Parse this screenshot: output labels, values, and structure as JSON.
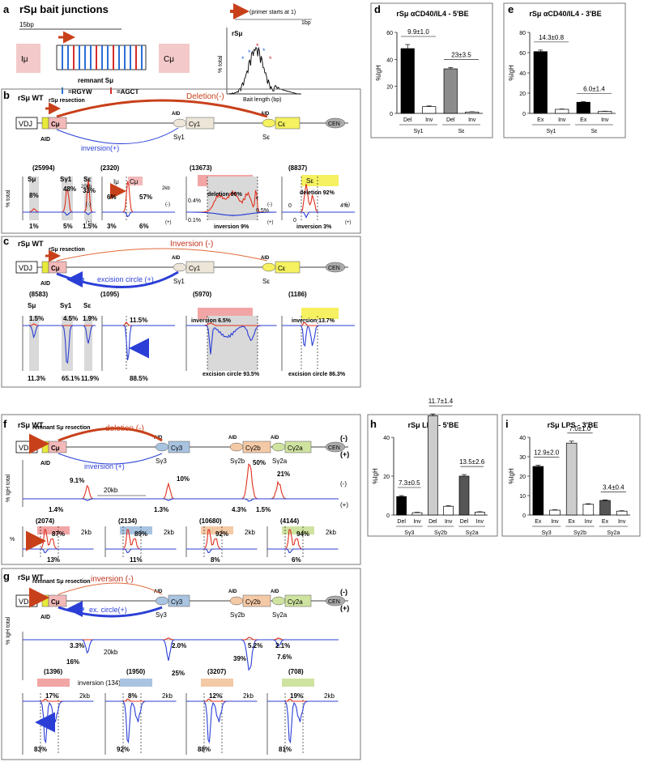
{
  "panel_labels": {
    "a": "a",
    "b": "b",
    "c": "c",
    "d": "d",
    "e": "e",
    "f": "f",
    "g": "g",
    "h": "h",
    "i": "i"
  },
  "panel_a": {
    "title": "rSμ bait junctions",
    "scale_15bp": "15bp",
    "i_mu": "Iμ",
    "c_mu": "Cμ",
    "remnant": "remnant Sμ",
    "legend_rgyw": "=RGYW",
    "legend_agct": "=AGCT",
    "primer_note": "(primer starts at 1)",
    "scale_1bp": "1bp",
    "plot_title": "rSμ",
    "ylabel": "% total",
    "xlabel": "Bait length (bp)"
  },
  "panel_b": {
    "title": "rSμ WT",
    "resection": "rSμ resection",
    "deletion": "Deletion(-)",
    "inversion": "inversion(+)",
    "vdj": "VDJ",
    "cmu": "Cμ",
    "cg1": "Cγ1",
    "ce": "Cε",
    "cen": "CEN",
    "aid": "AID",
    "sg1": "Sγ1",
    "se": "Sε",
    "counts": [
      "(25994)",
      "(2320)",
      "(13673)",
      "(8837)"
    ],
    "ov_labels": [
      "Sμ",
      "Sγ1",
      "Sε"
    ],
    "ov_top": [
      "8%",
      "48%",
      "33%"
    ],
    "ov_bottom": [
      "1%",
      "5%",
      "1.5%"
    ],
    "ov_scale": "20kb",
    "ylabel": "% total",
    "z2_top_left": "6%",
    "z2_top_right": "57%",
    "z2_bot_left": "3%",
    "z2_bot_right": "6%",
    "z3_del": "deletion 90%",
    "z3_inv": "inversion 9%",
    "z3_a": "0.4%",
    "z3_b": "0.5%",
    "z3_c": "0.1%",
    "z3_d": "0",
    "z4_del": "deletion 92%",
    "z4_inv": "inversion 3%",
    "z4_a": "0",
    "z4_b": "4%",
    "z4_c": "0",
    "z4_d": "0",
    "kb2": "2kb",
    "minus": "(-)",
    "plus": "(+)",
    "star": "*"
  },
  "panel_c": {
    "title": "rSμ WT",
    "resection": "rSμ resection",
    "inversion": "Inversion (-)",
    "excision": "excision circle (+)",
    "counts": [
      "(8583)",
      "(1095)",
      "(5970)",
      "(1186)"
    ],
    "ov_top": [
      "1.5%",
      "4.5%",
      "1.9%"
    ],
    "ov_bottom": [
      "11.3%",
      "65.1%",
      "11.9%"
    ],
    "z2_top": "11.5%",
    "z2_bot": "88.5%",
    "z3_inv": "inversion 6.5%",
    "z3_exc": "excision circle 93.5%",
    "z4_inv": "inversion 13.7%",
    "z4_exc": "excision circle 86.3%"
  },
  "panel_f": {
    "title": "rSμ WT",
    "remnant": "remnant Sμ resection",
    "deletion": "deletion (-)",
    "inversion": "inversion (+)",
    "cg3": "Cγ3",
    "cg2b": "Cγ2b",
    "cg2a": "Cγ2a",
    "sg3": "Sγ3",
    "sg2b": "Sγ2b",
    "sg2a": "Sγ2a",
    "ylabel": "% IgH total",
    "ov_top": [
      "9.1%",
      "10%",
      "50%",
      "21%"
    ],
    "ov_bottom": [
      "1.4%",
      "1.3%",
      "4.3%",
      "1.5%"
    ],
    "scale": "20kb",
    "counts": [
      "(2074)",
      "(2134)",
      "(10680)",
      "(4144)"
    ],
    "z_top": [
      "87%",
      "89%",
      "92%",
      "94%"
    ],
    "z_bot": [
      "13%",
      "11%",
      "8%",
      "6%"
    ],
    "zylabel": "%"
  },
  "panel_g": {
    "title": "rSμ WT",
    "inversion": "inversion (-)",
    "excircle": "ex. circle(+)",
    "ov_top": [
      "3.3%",
      "2.0%",
      "5.2%",
      "2.1%"
    ],
    "ov_bottom": [
      "16%",
      "25%",
      "39%",
      "7.6%"
    ],
    "inv134": "inversion (134)",
    "counts": [
      "(1396)",
      "(1950)",
      "(3207)",
      "(708)"
    ],
    "z_top": [
      "17%",
      "8%",
      "12%",
      "19%"
    ],
    "z_bot": [
      "83%",
      "92%",
      "88%",
      "81%"
    ]
  },
  "chart_data": [
    {
      "type": "bar",
      "title": "rSμ αCD40/IL4 - 5'BE",
      "ylabel": "%IgH",
      "ylim": [
        0,
        60
      ],
      "yticks": [
        0,
        20,
        40,
        60
      ],
      "categories": [
        "Del",
        "Inv",
        "Del",
        "Inv"
      ],
      "groups": [
        "Sγ1",
        "Sε"
      ],
      "values": [
        48,
        5,
        33,
        1
      ],
      "errors": [
        3,
        0.5,
        1,
        0.2
      ],
      "colors": [
        "#000000",
        "#ffffff",
        "#8c8c8c",
        "#ffffff"
      ],
      "annotations": [
        "9.9±1.0",
        "23±3.5"
      ]
    },
    {
      "type": "bar",
      "title": "rSμ αCD40/IL4 - 3'BE",
      "ylabel": "%IgH",
      "ylim": [
        0,
        80
      ],
      "yticks": [
        0,
        20,
        40,
        60,
        80
      ],
      "categories": [
        "Ex",
        "Inv",
        "Ex",
        "Inv"
      ],
      "groups": [
        "Sγ1",
        "Sε"
      ],
      "values": [
        61,
        4,
        11,
        2
      ],
      "errors": [
        1.5,
        0.3,
        0.5,
        0.2
      ],
      "colors": [
        "#000000",
        "#ffffff",
        "#000000",
        "#ffffff"
      ],
      "annotations": [
        "14.3±0.8",
        "6.0±1.4"
      ]
    },
    {
      "type": "bar",
      "title": "rSμ LPS - 5'BE",
      "ylabel": "%IgH",
      "ylim": [
        0,
        40
      ],
      "yticks": [
        0,
        20,
        40
      ],
      "categories": [
        "Del",
        "Inv",
        "Del",
        "Inv",
        "Del",
        "Inv"
      ],
      "groups": [
        "Sγ3",
        "Sγ2b",
        "Sγ2a"
      ],
      "values": [
        9.5,
        1.2,
        51,
        4.5,
        20,
        1.5
      ],
      "errors": [
        0.5,
        0.2,
        1,
        0.3,
        0.8,
        0.2
      ],
      "colors": [
        "#000000",
        "#ffffff",
        "#cccccc",
        "#ffffff",
        "#555555",
        "#ffffff"
      ],
      "annotations": [
        "7.3±0.5",
        "11.7±1.4",
        "13.5±2.6"
      ]
    },
    {
      "type": "bar",
      "title": "rSμ LPS - 3'BE",
      "ylabel": "%IgH",
      "ylim": [
        0,
        40
      ],
      "yticks": [
        0,
        10,
        20,
        30,
        40
      ],
      "categories": [
        "Ex",
        "Inv",
        "Ex",
        "Inv",
        "Ex",
        "Inv"
      ],
      "groups": [
        "Sγ3",
        "Sγ2b",
        "Sγ2a"
      ],
      "values": [
        25,
        2.5,
        37,
        5.5,
        7.5,
        2
      ],
      "errors": [
        0.6,
        0.2,
        1,
        0.3,
        0.3,
        0.2
      ],
      "colors": [
        "#000000",
        "#ffffff",
        "#cccccc",
        "#ffffff",
        "#555555",
        "#ffffff"
      ],
      "annotations": [
        "12.9±2.0",
        "7.0±1.0",
        "3.4±0.4"
      ]
    }
  ]
}
